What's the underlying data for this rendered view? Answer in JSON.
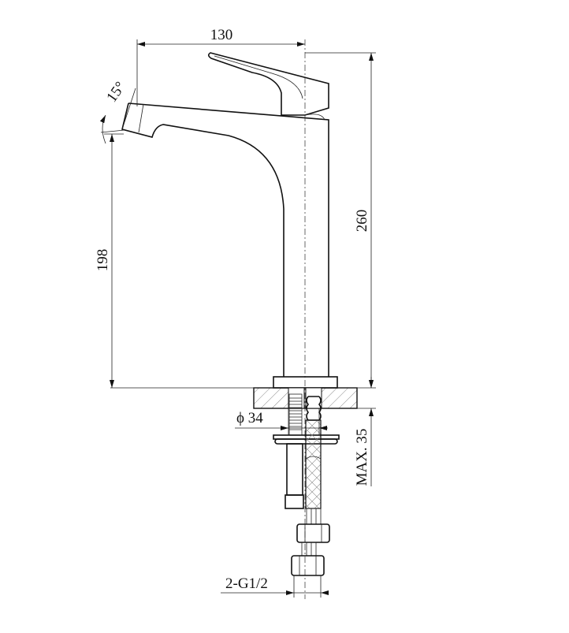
{
  "drawing": {
    "subject": "faucet",
    "dimensions": {
      "width_label": "130",
      "height_label": "260",
      "spout_height_label": "198",
      "spout_angle_label": "15°",
      "hole_diameter_label": "ϕ 34",
      "max_deck_label": "MAX. 35",
      "connection_label": "2-G1/2"
    },
    "colors": {
      "line": "#111111",
      "background": "#ffffff"
    }
  }
}
